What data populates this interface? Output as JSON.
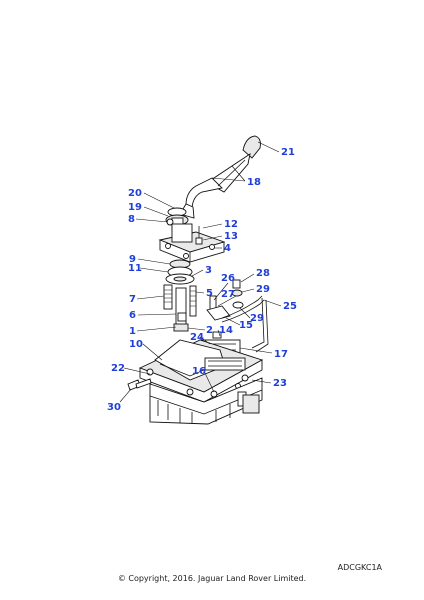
{
  "diagram": {
    "callouts": [
      "21",
      "18",
      "20",
      "19",
      "8",
      "12",
      "13",
      "4",
      "9",
      "11",
      "3",
      "26",
      "28",
      "29",
      "27",
      "25",
      "7",
      "5",
      "6",
      "29",
      "15",
      "1",
      "2",
      "14",
      "24",
      "10",
      "17",
      "22",
      "16",
      "23",
      "30"
    ]
  },
  "footer": {
    "reference_code": "ADCGKC1A",
    "copyright": "© Copyright, 2016. Jaguar Land Rover Limited."
  }
}
